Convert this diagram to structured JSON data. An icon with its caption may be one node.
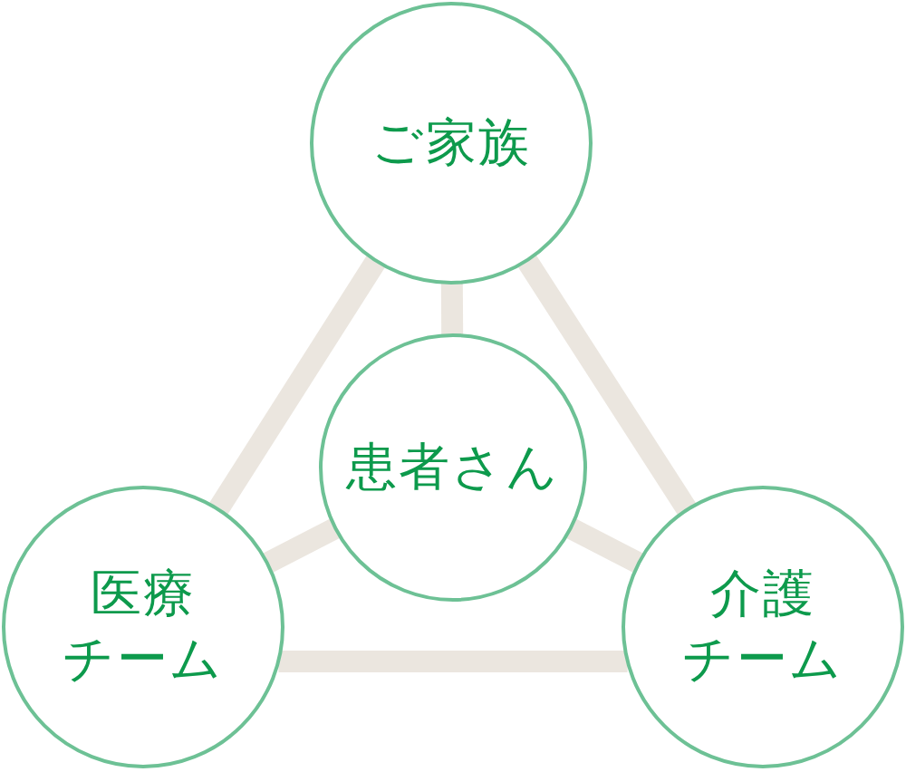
{
  "diagram": {
    "nodes": [
      {
        "text": [
          "ご家族"
        ]
      },
      {
        "text": [
          "患者さん"
        ]
      },
      {
        "text": [
          "医療チーム"
        ]
      },
      {
        "text": [
          "介護チーム"
        ]
      }
    ],
    "edges": [
      {
        "from": 0,
        "to": 2,
        "arrow": "none"
      },
      {
        "from": 0,
        "to": 3,
        "arrow": "none"
      },
      {
        "from": 2,
        "to": 3,
        "arrow": "none"
      },
      {
        "from": 1,
        "to": 0,
        "arrow": "none"
      },
      {
        "from": 1,
        "to": 2,
        "arrow": "none"
      },
      {
        "from": 1,
        "to": 3,
        "arrow": "none"
      }
    ]
  }
}
